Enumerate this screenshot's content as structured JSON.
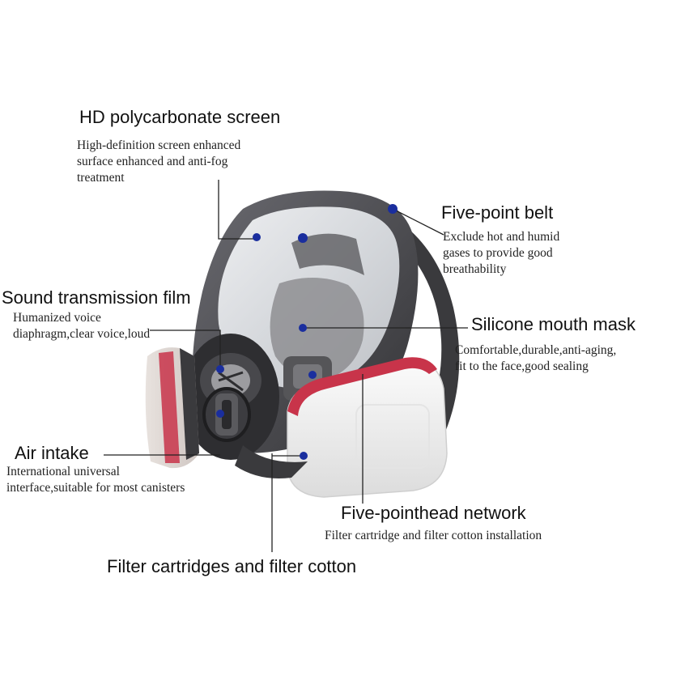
{
  "labels": {
    "screen": {
      "title": "HD polycarbonate screen",
      "desc1": "High-definition screen enhanced",
      "desc2": "surface enhanced and anti-fog",
      "desc3": "treatment"
    },
    "belt": {
      "title": "Five-point belt",
      "desc1": "Exclude hot and humid",
      "desc2": "gases to provide good",
      "desc3": "breathability"
    },
    "film": {
      "title": "Sound transmission film",
      "desc1": "Humanized voice",
      "desc2": "diaphragm,clear voice,loud"
    },
    "mouth": {
      "title": "Silicone mouth mask",
      "desc1": "Comfortable,durable,anti-aging,",
      "desc2": "fit to the face,good sealing"
    },
    "intake": {
      "title": "Air intake",
      "desc1": "International universal",
      "desc2": "interface,suitable for most canisters"
    },
    "network": {
      "title": "Five-pointhead network",
      "desc1": "Filter cartridge and filter cotton installation"
    },
    "cartridges": {
      "title": "Filter cartridges and filter cotton"
    }
  },
  "colors": {
    "marker": "#1a2e9e",
    "leader": "#222222",
    "mask_frame": "#4a4a4e",
    "filter_band": "#c8344a"
  }
}
